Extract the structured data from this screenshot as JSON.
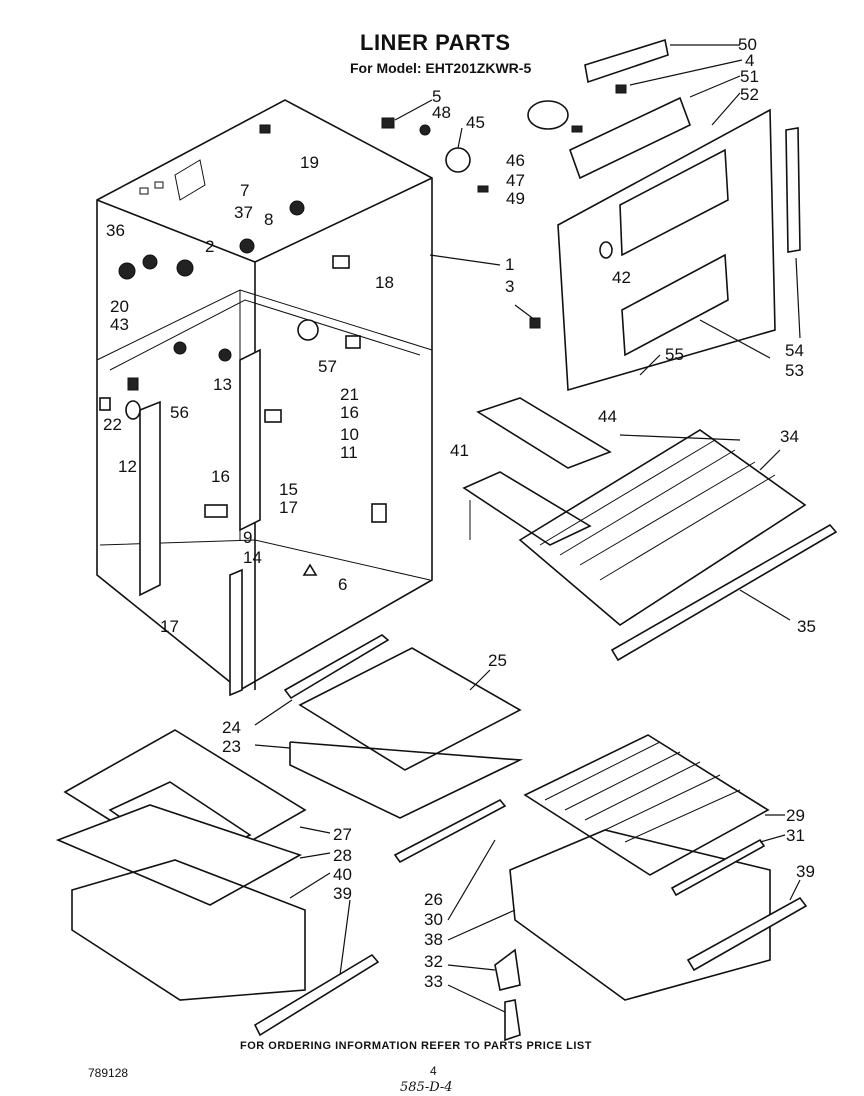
{
  "header": {
    "title": "LINER PARTS",
    "model": "For Model: EHT201ZKWR-5"
  },
  "callouts": [
    "50",
    "4",
    "51",
    "52",
    "5",
    "48",
    "45",
    "19",
    "7",
    "37",
    "8",
    "36",
    "2",
    "1",
    "18",
    "3",
    "20",
    "43",
    "57",
    "13",
    "21",
    "56",
    "22",
    "16",
    "10",
    "11",
    "12",
    "16",
    "15",
    "17",
    "9",
    "14",
    "6",
    "17",
    "42",
    "55",
    "54",
    "53",
    "44",
    "34",
    "41",
    "35",
    "25",
    "24",
    "23",
    "27",
    "28",
    "40",
    "39",
    "29",
    "31",
    "26",
    "30",
    "38",
    "32",
    "33",
    "39",
    "46",
    "47",
    "49"
  ],
  "footer": {
    "ordering_note": "FOR ORDERING INFORMATION REFER TO PARTS PRICE LIST",
    "catalog_number": "789128",
    "page_number": "4",
    "handwritten_code": "585-D-4"
  }
}
